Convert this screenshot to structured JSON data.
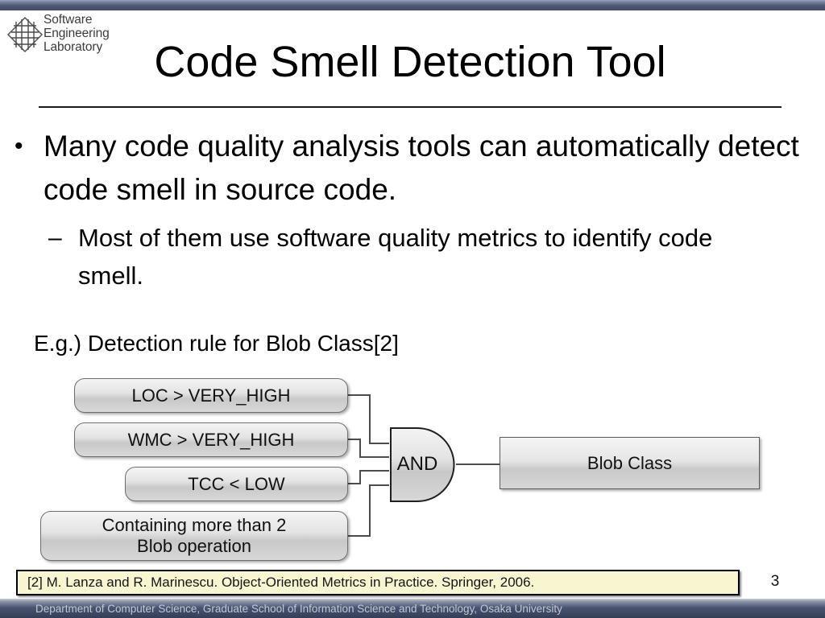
{
  "slide": {
    "title": "Code Smell Detection Tool",
    "page_number": "3",
    "colors": {
      "top_bar": "#4e5872",
      "footer_bar": "#454f69",
      "citation_background": "#f8f6d0",
      "box_fill": "#e4e4e4",
      "text": "#000000"
    }
  },
  "logo": {
    "icon": "seL-diamond-grid-logo",
    "line1": "Software",
    "line2": "Engineering",
    "line3": "Laboratory"
  },
  "body": {
    "bullet1": {
      "marker": "•",
      "text": "Many code quality analysis tools can automatically detect code smell in source code."
    },
    "bullet2": {
      "marker": "–",
      "text": "Most of them use software quality metrics to identify code smell."
    },
    "example_label": "E.g.) Detection rule for Blob Class[2]"
  },
  "diagram": {
    "type": "logic-rule",
    "conditions": [
      {
        "id": "loc",
        "label": "LOC > VERY_HIGH"
      },
      {
        "id": "wmc",
        "label": "WMC > VERY_HIGH"
      },
      {
        "id": "tcc",
        "label": "TCC < LOW"
      },
      {
        "id": "blob_ops",
        "label": "Containing more than 2\nBlob operation"
      }
    ],
    "gate": {
      "label": "AND",
      "kind": "and-gate"
    },
    "output": {
      "label": "Blob Class"
    }
  },
  "citation": {
    "text": "[2] M. Lanza and R. Marinescu. Object-Oriented Metrics in Practice. Springer, 2006."
  },
  "footer": {
    "text": "Department of Computer Science, Graduate School of Information Science and Technology, Osaka University"
  }
}
